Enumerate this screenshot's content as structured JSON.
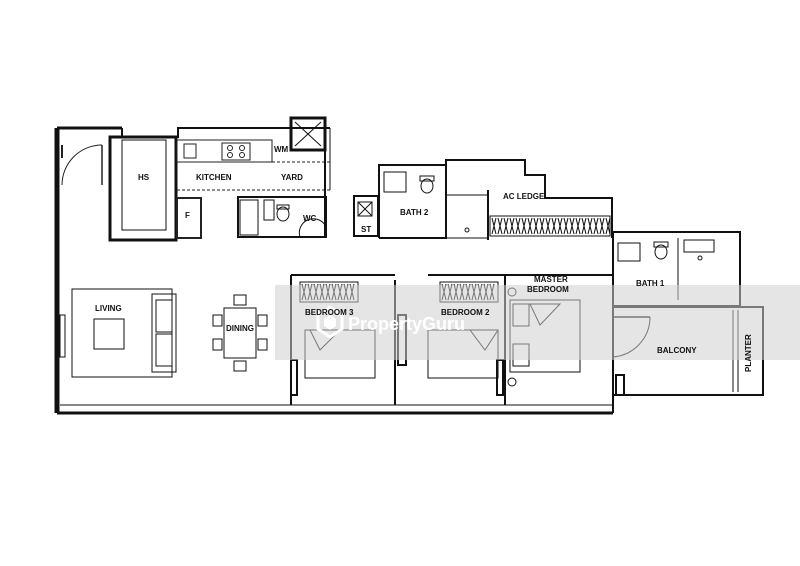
{
  "colors": {
    "wall": "#111111",
    "line": "#222222",
    "watermark_band": "#cfcfcf"
  },
  "watermark": {
    "brand": "PropertyGuru",
    "icon": "propertyguru-logo-icon"
  },
  "rooms": {
    "hs": "HS",
    "kitchen": "KITCHEN",
    "wm": "WM",
    "yard": "YARD",
    "f": "F",
    "wc": "WC",
    "st": "ST",
    "bath2": "BATH 2",
    "ac_ledge": "AC LEDGE",
    "master_line1": "MASTER",
    "master_line2": "BEDROOM",
    "bath1": "BATH 1",
    "living": "LIVING",
    "dining": "DINING",
    "bedroom3": "BEDROOM 3",
    "bedroom2": "BEDROOM 2",
    "balcony": "BALCONY",
    "planter": "PLANTER"
  }
}
